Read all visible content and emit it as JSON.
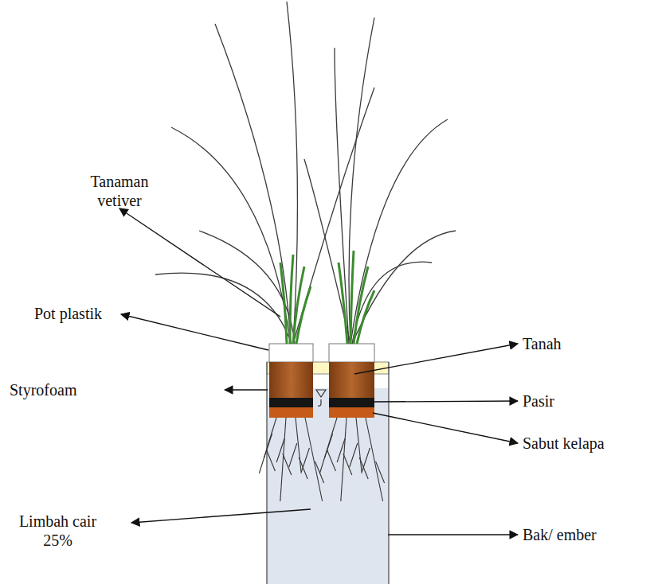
{
  "diagram": {
    "labels": [
      "Tanaman vetiver",
      "Pot plastik",
      "Styrofoam",
      "Tanah",
      "Pasir",
      "Sabut kelapa",
      "Limbah cair 25%",
      "Bak/ ember"
    ]
  }
}
